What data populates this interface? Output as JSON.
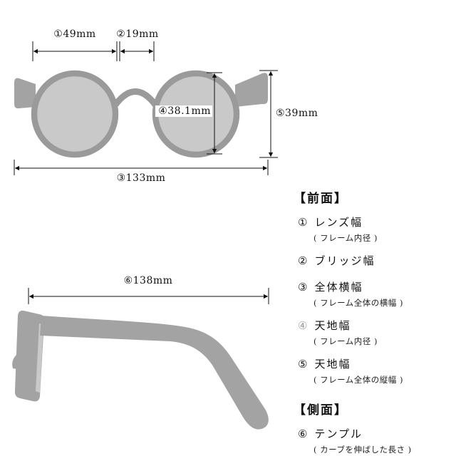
{
  "front_view": {
    "dims": {
      "lens_width": "①49mm",
      "bridge_width": "②19mm",
      "lens_height": "④38.1mm",
      "frame_height": "⑤39mm",
      "total_width": "③133mm"
    }
  },
  "side_view": {
    "dims": {
      "temple_length": "⑥138mm"
    }
  },
  "legend": {
    "front_header": "【前面】",
    "side_header": "【側面】",
    "items": [
      {
        "num": "①",
        "label": "レンズ幅",
        "note": "( フレーム内径 )"
      },
      {
        "num": "②",
        "label": "ブリッジ幅",
        "note": ""
      },
      {
        "num": "③",
        "label": "全体横幅",
        "note": "( フレーム全体の横幅 )"
      },
      {
        "num": "④",
        "label": "天地幅",
        "note": "( フレーム内径 )"
      },
      {
        "num": "⑤",
        "label": "天地幅",
        "note": "( フレーム全体の縦幅 )"
      },
      {
        "num": "⑥",
        "label": "テンプル",
        "note": "( カーブを伸ばした長さ )"
      }
    ]
  },
  "colors": {
    "frame_gray": "#a3a3a3",
    "lens_gray": "#c9c9c9",
    "line_black": "#111111",
    "muted_number": "#9b9b9b"
  }
}
